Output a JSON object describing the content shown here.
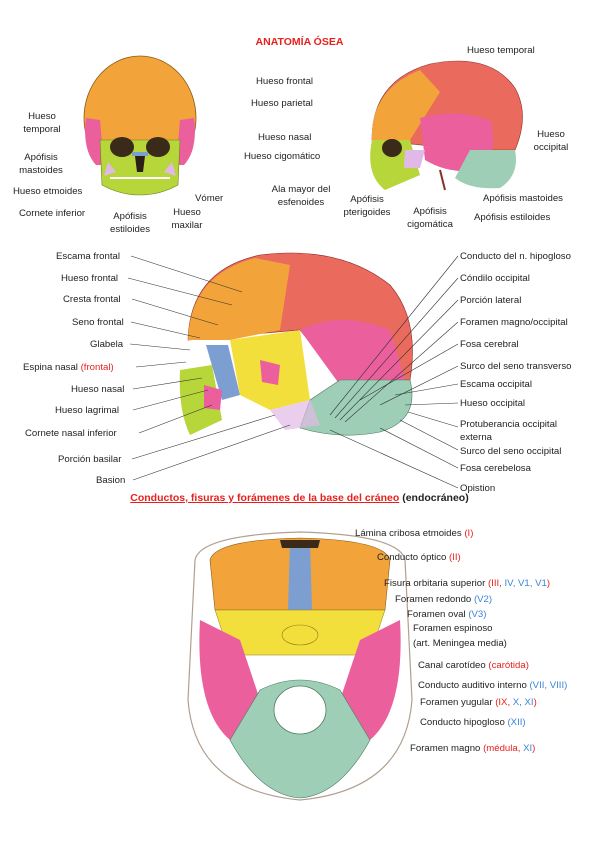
{
  "title": "ANATOMÍA ÓSEA",
  "colors": {
    "frontal": "#f2a43a",
    "parietal": "#ea6a5e",
    "temporal": "#ec5f9d",
    "occipital": "#9ecfb6",
    "maxilla": "#b6d63a",
    "sphenoid": "#f3df3c",
    "ethmoid": "#7d9ed0",
    "zygomatic": "#e1b9e6",
    "accent_red": "#e8201d",
    "accent_blue": "#3a86d8"
  },
  "top_labels": {
    "hueso_frontal": "Hueso frontal",
    "hueso_parietal": "Hueso parietal",
    "hueso_nasal": "Hueso nasal",
    "hueso_cigomatico": "Hueso cigomático",
    "ala_mayor_1": "Ala mayor del",
    "ala_mayor_2": "esfenoides",
    "hueso_temporal_left_1": "Hueso",
    "hueso_temporal_left_2": "temporal",
    "apofisis_mastoides_left_1": "Apófisis",
    "apofisis_mastoides_left_2": "mastoides",
    "hueso_etmoides": "Hueso etmoides",
    "cornete_inferior": "Cornete inferior",
    "apofisis_estiloides_left_1": "Apófisis",
    "apofisis_estiloides_left_2": "estiloides",
    "hueso_maxilar_1": "Hueso",
    "hueso_maxilar_2": "maxilar",
    "vomer": "Vómer",
    "hueso_temporal_right": "Hueso temporal",
    "hueso_occipital_right_1": "Hueso",
    "hueso_occipital_right_2": "occipital",
    "apofisis_pterigoides_1": "Apófisis",
    "apofisis_pterigoides_2": "pterigoides",
    "apofisis_cigomatica_1": "Apófisis",
    "apofisis_cigomatica_2": "cigomática",
    "apofisis_mastoides_right": "Apófisis mastoides",
    "apofisis_estiloides_right": "Apófisis estiloides"
  },
  "sagittal_left": {
    "escama_frontal": "Escama frontal",
    "hueso_frontal": "Hueso frontal",
    "cresta_frontal": "Cresta frontal",
    "seno_frontal": "Seno frontal",
    "glabela": "Glabela",
    "espina_nasal_a": "Espina nasal ",
    "espina_nasal_b": "(frontal)",
    "hueso_nasal": "Hueso nasal",
    "hueso_lagrimal": "Hueso lagrimal",
    "cornete_nasal_inferior": "Cornete nasal inferior",
    "porcion_basilar": "Porción basilar",
    "basion": "Basion"
  },
  "sagittal_right": {
    "conducto_hipogloso": "Conducto del n. hipogloso",
    "condilo_occipital": "Cóndilo occipital",
    "porcion_lateral": "Porción lateral",
    "foramen_magno_occipital": "Foramen magno/occipital",
    "fosa_cerebral": "Fosa cerebral",
    "surco_seno_transverso": "Surco del seno transverso",
    "escama_occipital": "Escama occipital",
    "hueso_occipital": "Hueso occipital",
    "protuberancia_1": "Protuberancia occipital",
    "protuberancia_2": "externa",
    "surco_seno_occipital": "Surco del seno occipital",
    "fosa_cerebelosa": "Fosa cerebelosa",
    "opistion": "Opistion"
  },
  "subtitle": {
    "red": "Conductos, fisuras y forámenes de la base del cráneo",
    "black": " (endocráneo)"
  },
  "base_labels": {
    "lamina_a": "Lámina cribosa etmoides ",
    "lamina_b": "(I)",
    "optico_a": "Conducto óptico ",
    "optico_b": "(II)",
    "fisura_a": "Fisura orbitaria superior ",
    "fisura_b": "(III, ",
    "fisura_c": "IV, V1, V1",
    "fisura_d": ")",
    "redondo_a": "Foramen redondo ",
    "redondo_b": "(V2)",
    "oval_a": "Foramen oval ",
    "oval_b": "(V3)",
    "espinoso": "Foramen espinoso",
    "meningea": "(art. Meningea media)",
    "carotideo_a": "Canal carotídeo ",
    "carotideo_b": "(carótida)",
    "auditivo_a": "Conducto auditivo interno ",
    "auditivo_b": "(VII, VIII)",
    "yugular_a": "Foramen yugular ",
    "yugular_b": "(IX, ",
    "yugular_c": "X, XI",
    "yugular_d": ")",
    "hipogloso_a": "Conducto hipogloso ",
    "hipogloso_b": "(XII)",
    "magno_a": "Foramen magno ",
    "magno_b": "(médula, ",
    "magno_c": "XI",
    "magno_d": ")"
  }
}
